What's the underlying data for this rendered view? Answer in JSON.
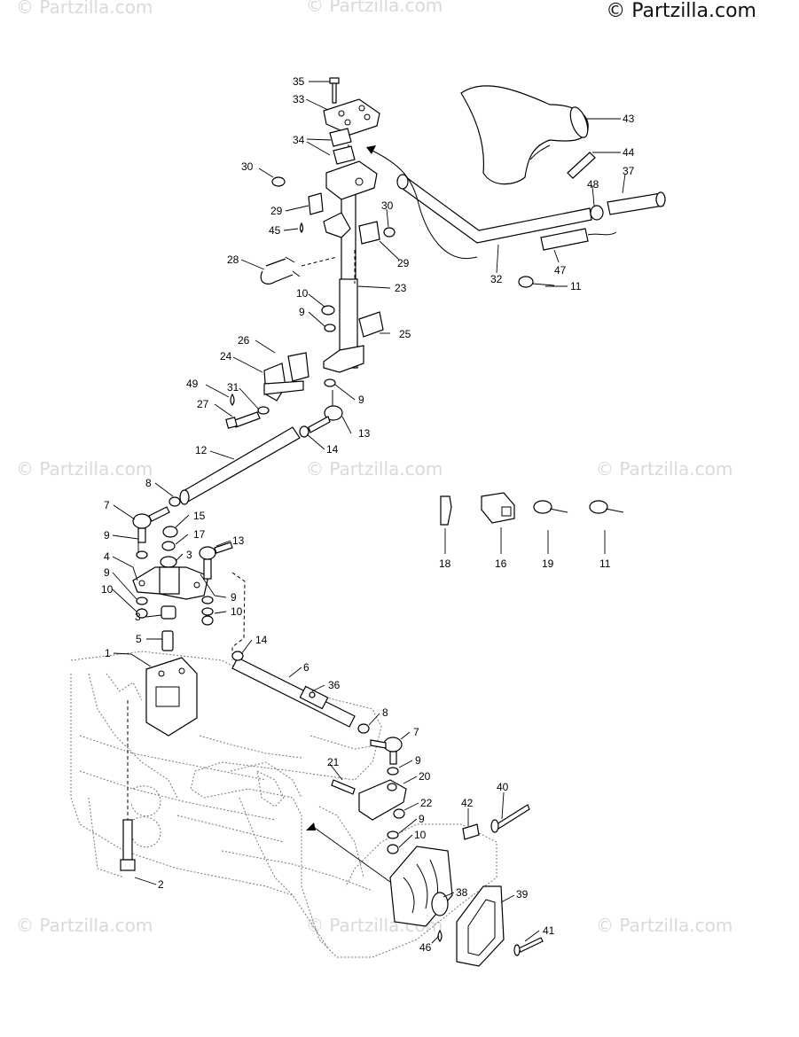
{
  "copyright": "© Partzilla.com",
  "watermark": "© Partzilla.com",
  "callouts": [
    {
      "id": "c35",
      "label": "35"
    },
    {
      "id": "c33",
      "label": "33"
    },
    {
      "id": "c34",
      "label": "34"
    },
    {
      "id": "c30a",
      "label": "30"
    },
    {
      "id": "c29a",
      "label": "29"
    },
    {
      "id": "c45",
      "label": "45"
    },
    {
      "id": "c30b",
      "label": "30"
    },
    {
      "id": "c29b",
      "label": "29"
    },
    {
      "id": "c28",
      "label": "28"
    },
    {
      "id": "c23",
      "label": "23"
    },
    {
      "id": "c10a",
      "label": "10"
    },
    {
      "id": "c9a",
      "label": "9"
    },
    {
      "id": "c25",
      "label": "25"
    },
    {
      "id": "c26",
      "label": "26"
    },
    {
      "id": "c24",
      "label": "24"
    },
    {
      "id": "c49",
      "label": "49"
    },
    {
      "id": "c31",
      "label": "31"
    },
    {
      "id": "c27",
      "label": "27"
    },
    {
      "id": "c9b",
      "label": "9"
    },
    {
      "id": "c13a",
      "label": "13"
    },
    {
      "id": "c14a",
      "label": "14"
    },
    {
      "id": "c12",
      "label": "12"
    },
    {
      "id": "c8a",
      "label": "8"
    },
    {
      "id": "c7a",
      "label": "7"
    },
    {
      "id": "c15",
      "label": "15"
    },
    {
      "id": "c9c",
      "label": "9"
    },
    {
      "id": "c17",
      "label": "17"
    },
    {
      "id": "c13b",
      "label": "13"
    },
    {
      "id": "c3a",
      "label": "3"
    },
    {
      "id": "c4",
      "label": "4"
    },
    {
      "id": "c9d",
      "label": "9"
    },
    {
      "id": "c9e",
      "label": "9"
    },
    {
      "id": "c10b",
      "label": "10"
    },
    {
      "id": "c10c",
      "label": "10"
    },
    {
      "id": "c3b",
      "label": "3"
    },
    {
      "id": "c5",
      "label": "5"
    },
    {
      "id": "c14b",
      "label": "14"
    },
    {
      "id": "c1",
      "label": "1"
    },
    {
      "id": "c6",
      "label": "6"
    },
    {
      "id": "c36",
      "label": "36"
    },
    {
      "id": "c8b",
      "label": "8"
    },
    {
      "id": "c7b",
      "label": "7"
    },
    {
      "id": "c9f",
      "label": "9"
    },
    {
      "id": "c21",
      "label": "21"
    },
    {
      "id": "c20",
      "label": "20"
    },
    {
      "id": "c22",
      "label": "22"
    },
    {
      "id": "c9g",
      "label": "9"
    },
    {
      "id": "c10d",
      "label": "10"
    },
    {
      "id": "c42",
      "label": "42"
    },
    {
      "id": "c40",
      "label": "40"
    },
    {
      "id": "c2",
      "label": "2"
    },
    {
      "id": "c38",
      "label": "38"
    },
    {
      "id": "c39",
      "label": "39"
    },
    {
      "id": "c41",
      "label": "41"
    },
    {
      "id": "c46",
      "label": "46"
    },
    {
      "id": "c43",
      "label": "43"
    },
    {
      "id": "c44",
      "label": "44"
    },
    {
      "id": "c37",
      "label": "37"
    },
    {
      "id": "c48",
      "label": "48"
    },
    {
      "id": "c32",
      "label": "32"
    },
    {
      "id": "c47",
      "label": "47"
    },
    {
      "id": "c11a",
      "label": "11"
    },
    {
      "id": "c18",
      "label": "18"
    },
    {
      "id": "c16",
      "label": "16"
    },
    {
      "id": "c19",
      "label": "19"
    },
    {
      "id": "c11b",
      "label": "11"
    }
  ]
}
